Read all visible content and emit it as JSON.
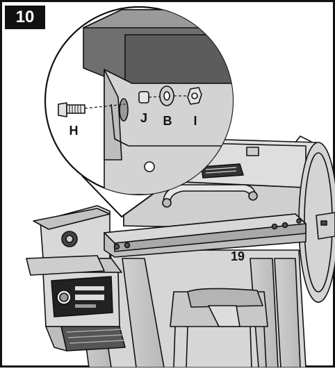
{
  "step": {
    "number": "10"
  },
  "callouts": {
    "part_h": "H",
    "part_j": "J",
    "part_b": "B",
    "part_i": "I",
    "part_19": "19"
  },
  "colors": {
    "border": "#111111",
    "badge_bg": "#111111",
    "metal_light": "#d8d8d8",
    "metal_mid": "#b5b5b5",
    "metal_dark": "#8a8a8a",
    "shelf": "#c4c4c4"
  }
}
